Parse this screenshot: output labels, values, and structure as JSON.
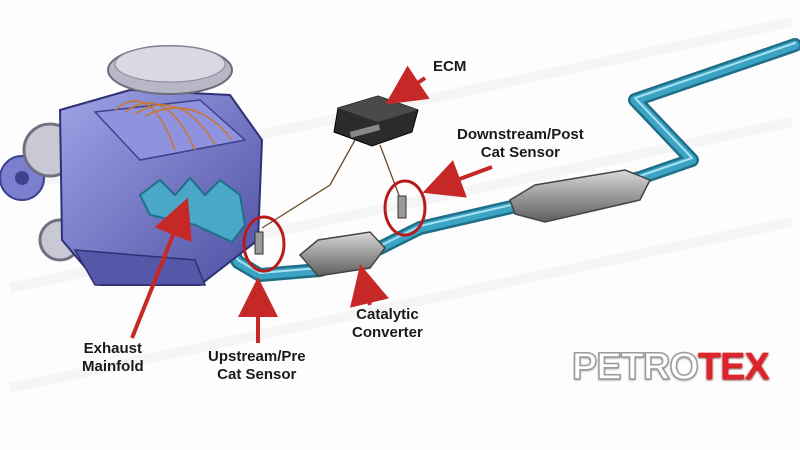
{
  "labels": {
    "ecm": "ECM",
    "downstream_line1": "Downstream/Post",
    "downstream_line2": "Cat Sensor",
    "catalytic_line1": "Catalytic",
    "catalytic_line2": "Converter",
    "upstream_line1": "Upstream/Pre",
    "upstream_line2": "Cat Sensor",
    "exhaust_line1": "Exhaust",
    "exhaust_line2": "Mainfold"
  },
  "logo": {
    "part1": "PETRO",
    "part2": "TEX",
    "color1": "#ffffff",
    "color2": "#e0232b"
  },
  "colors": {
    "pipe": "#3ba3c4",
    "arrow": "#c62828",
    "engine": "#6f72c8",
    "sensor_ring": "#b71c1c"
  }
}
